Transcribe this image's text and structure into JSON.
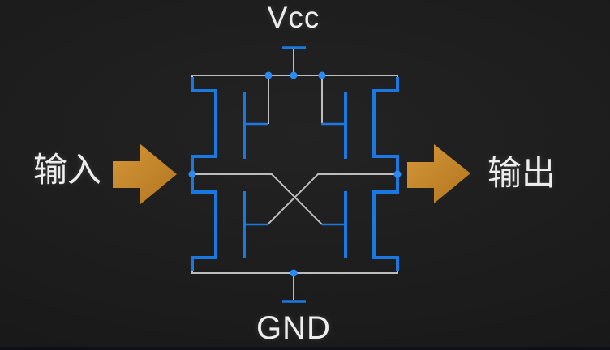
{
  "labels": {
    "vcc": "Vcc",
    "gnd": "GND",
    "input": "输入",
    "output": "输出"
  },
  "icons": {
    "input_arrow": "right-arrow",
    "output_arrow": "right-arrow"
  },
  "colors": {
    "bg": "#232323",
    "bgEdge": "#131313",
    "wire": "#bcbcbe",
    "device": "#1b78e0",
    "dot": "#2a8af0",
    "arrow": "#d69638",
    "arrowDark": "#b1761f",
    "text": "#ededee",
    "strip": "#0d1019"
  }
}
